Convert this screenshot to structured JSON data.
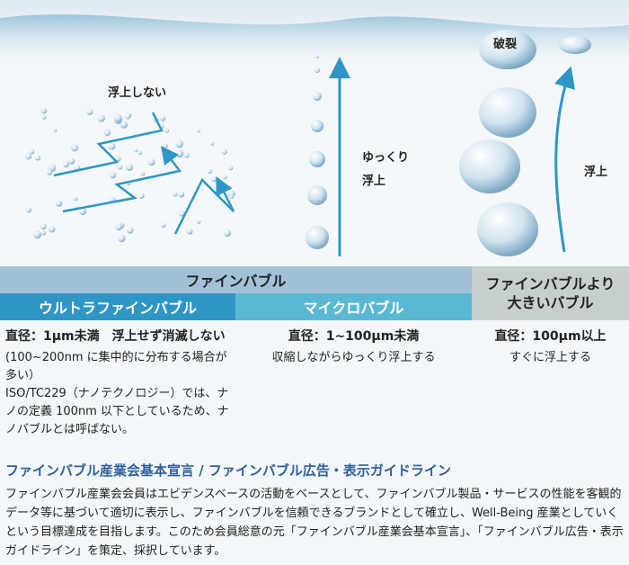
{
  "illustration": {
    "no_rise": "浮上しない",
    "slow_rise_1": "ゆっくり",
    "slow_rise_2": "浮上",
    "burst": "破裂",
    "rise": "浮上"
  },
  "table": {
    "fine_bubble": "ファインバブル",
    "ultrafine": "ウルトラファインバブル",
    "micro": "マイクロバブル",
    "larger_1": "ファインバブルより",
    "larger_2": "大きいバブル",
    "col1": {
      "heading": "直径：1μm未満　浮上せず消滅しない",
      "lines": [
        "(100~200nm に集中的に分布する場合が多い）",
        "ISO/TC229（ナノテクノロジー）では、ナノの定義 100nm 以下としているため、ナノバブルとは呼ばない。"
      ]
    },
    "col2": {
      "heading": "直径：1~100μm未満",
      "text": "収縮しながらゆっくり浮上する"
    },
    "col3": {
      "heading": "直径：100μm以上",
      "text": "すぐに浮上する"
    }
  },
  "section": {
    "title": "ファインバブル産業会基本宣言 / ファインバブル広告・表示ガイドライン",
    "body": "ファインバブル産業会会員はエビデンスベースの活動をベースとして、ファインバブル製品・サービスの性能を客観的データ等に基づいて適切に表示し、ファインバブルを信頼できるブランドとして確立し、Well-Being 産業としていくという目標達成を目指します。このため会員総意の元「ファインバブル産業会基本宣言」、「ファインバブル広告・表示ガイドライン」を策定、採択しています。"
  },
  "colors": {
    "band": "#a3c1d6",
    "ultrafine": "#2e96c4",
    "micro": "#5bb8d4",
    "larger": "#c7cfcd",
    "title": "#2f5f9a"
  }
}
